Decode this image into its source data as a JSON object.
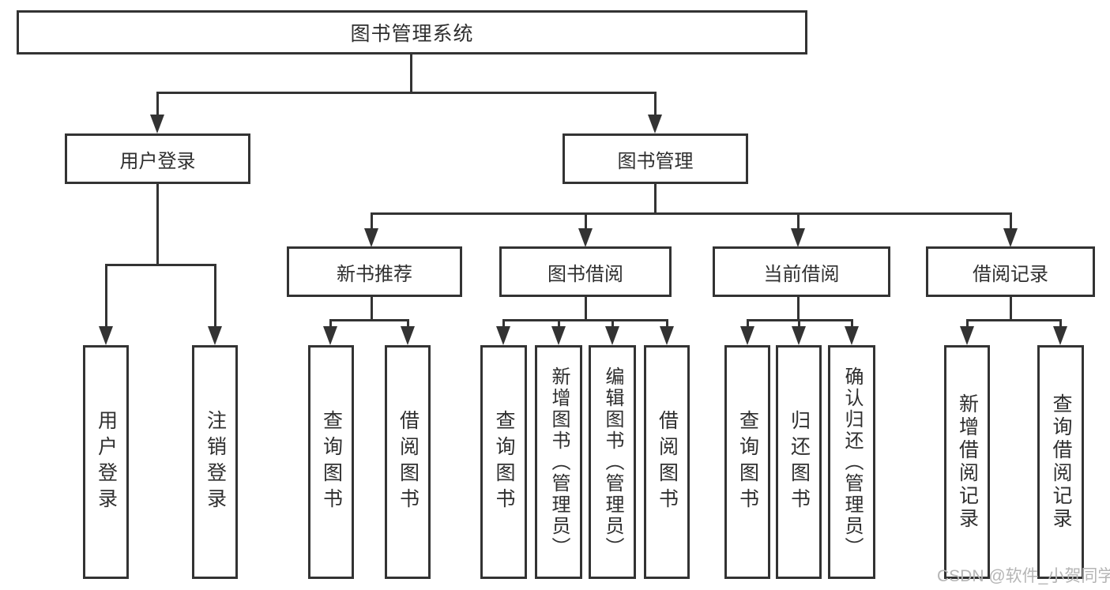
{
  "colors": {
    "line": "#333333",
    "text": "#2f2f2f",
    "box_background": "#ffffff",
    "page_background": "#ffffff",
    "watermark": "#b5b5b5"
  },
  "watermark": {
    "text": "CSDN @软件_小贺同学"
  },
  "tree": {
    "root": {
      "label": "图书管理系统"
    },
    "branches": [
      {
        "label": "用户登录",
        "children": [
          {
            "label": "用户登录"
          },
          {
            "label": "注销登录"
          }
        ]
      },
      {
        "label": "图书管理",
        "children": [
          {
            "label": "新书推荐",
            "children": [
              {
                "label": "查询图书"
              },
              {
                "label": "借阅图书"
              }
            ]
          },
          {
            "label": "图书借阅",
            "children": [
              {
                "label": "查询图书"
              },
              {
                "label": "新增图书（管理员）"
              },
              {
                "label": "编辑图书（管理员）"
              },
              {
                "label": "借阅图书"
              }
            ]
          },
          {
            "label": "当前借阅",
            "children": [
              {
                "label": "查询图书"
              },
              {
                "label": "归还图书"
              },
              {
                "label": "确认归还（管理员）"
              }
            ]
          },
          {
            "label": "借阅记录",
            "children": [
              {
                "label": "新增借阅记录"
              },
              {
                "label": "查询借阅记录"
              }
            ]
          }
        ]
      }
    ]
  }
}
